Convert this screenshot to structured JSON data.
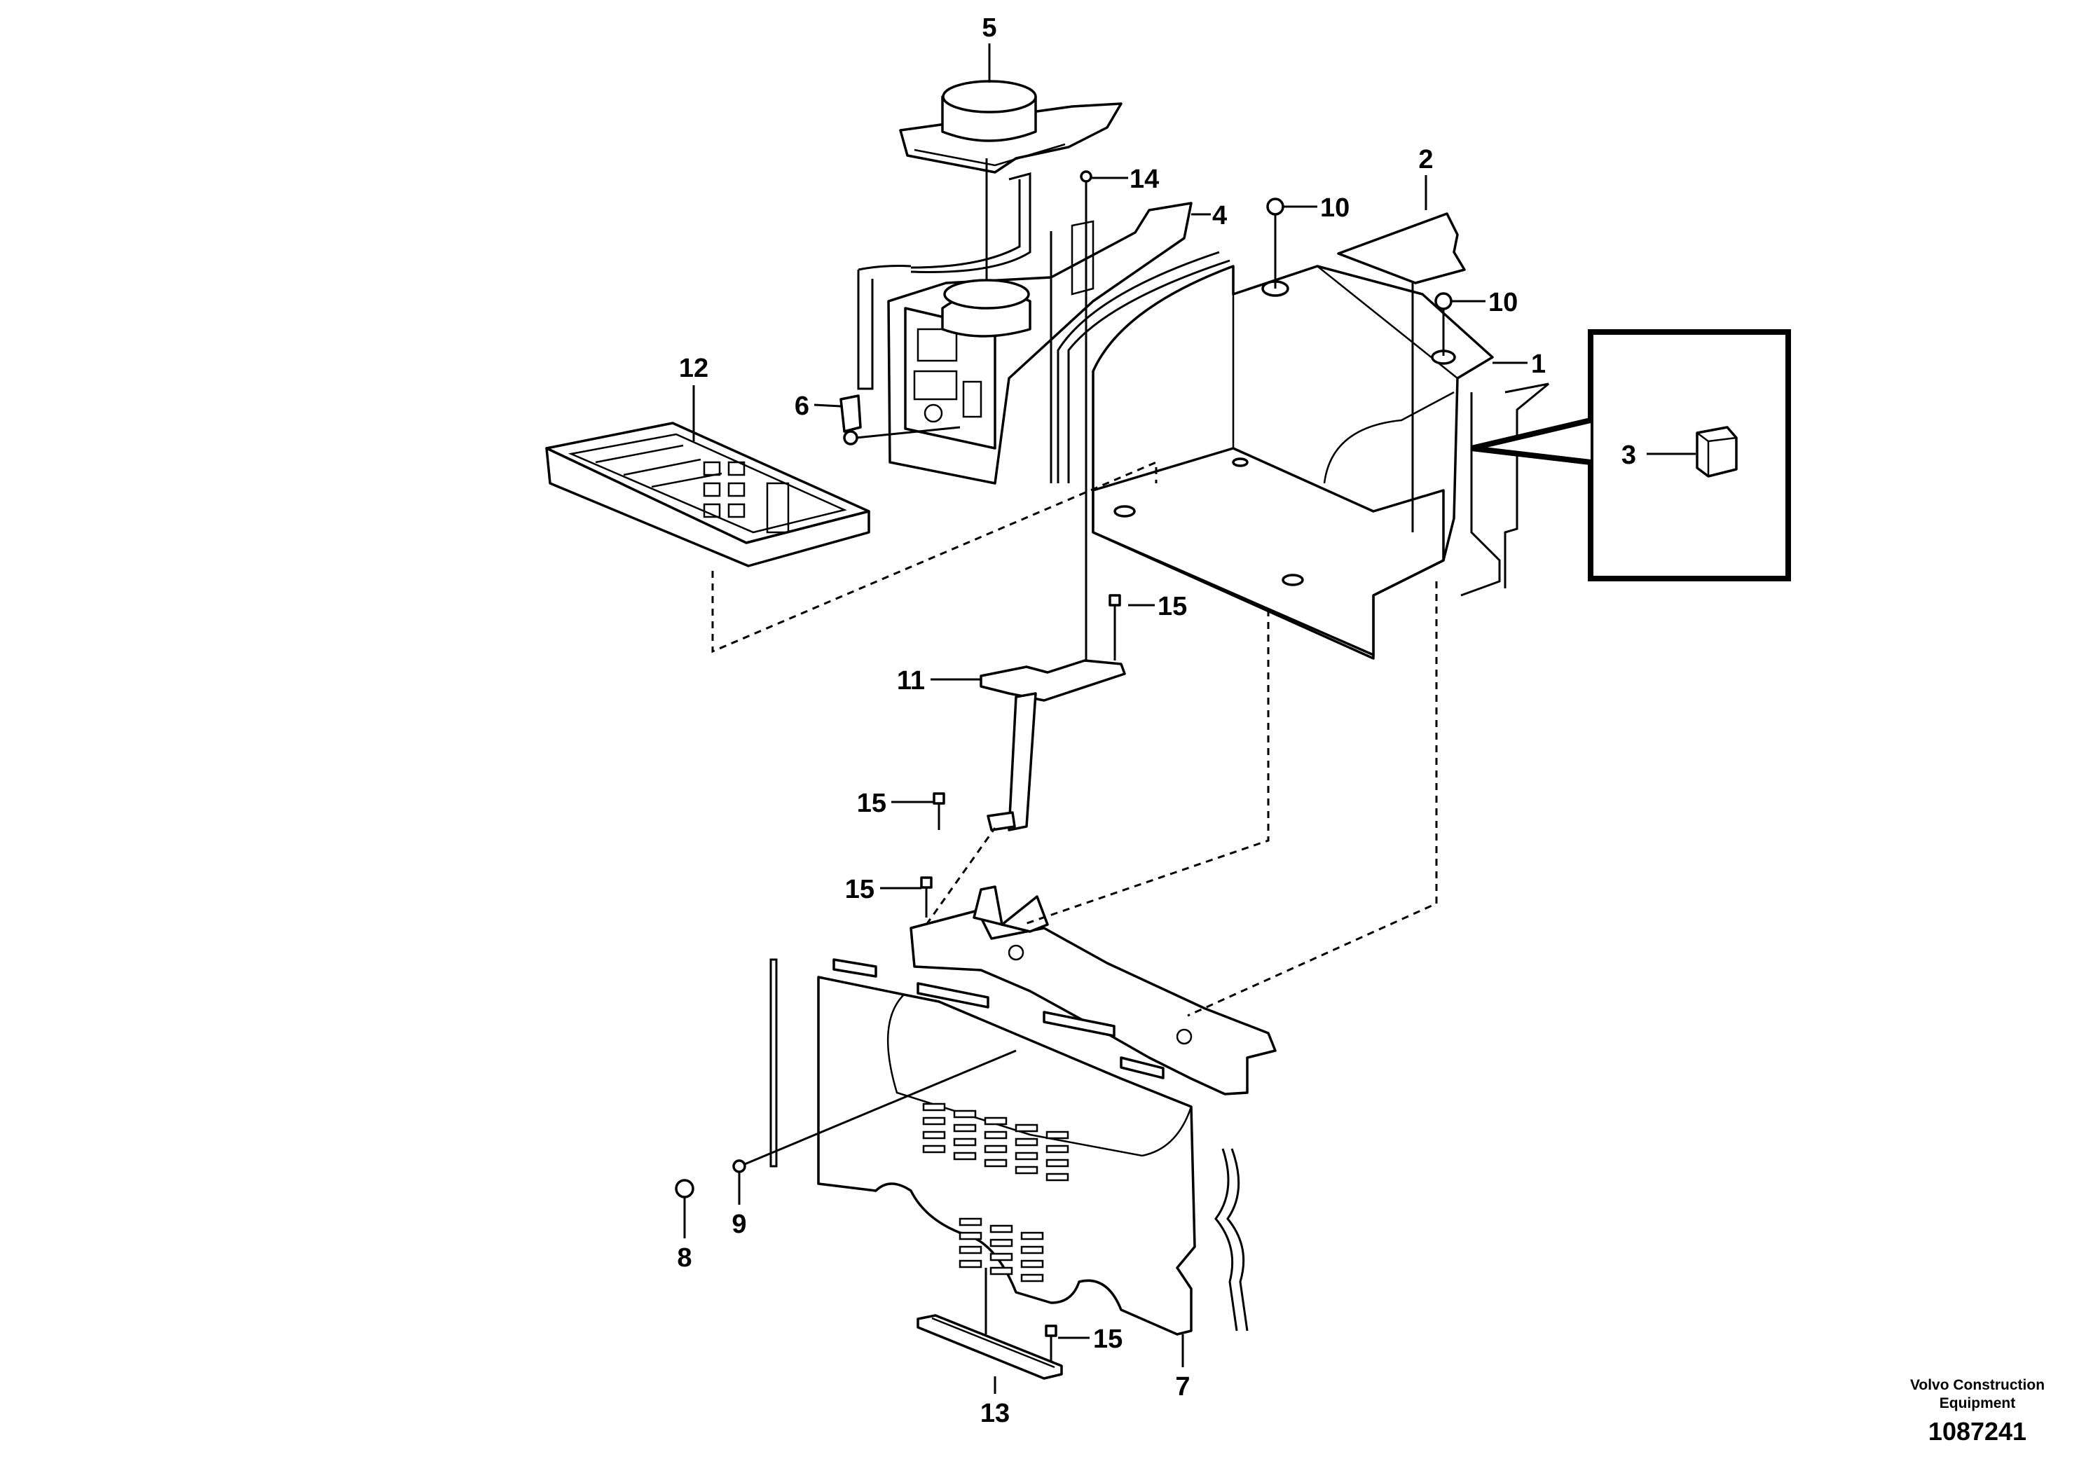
{
  "callouts": {
    "c1": "1",
    "c2": "2",
    "c3": "3",
    "c4": "4",
    "c5": "5",
    "c6": "6",
    "c7": "7",
    "c8": "8",
    "c9": "9",
    "c10a": "10",
    "c10b": "10",
    "c11": "11",
    "c12": "12",
    "c13": "13",
    "c14": "14",
    "c15a": "15",
    "c15b": "15",
    "c15c": "15",
    "c15d": "15"
  },
  "footer": {
    "company_line1": "Volvo Construction",
    "company_line2": "Equipment",
    "drawing_number": "1087241"
  }
}
